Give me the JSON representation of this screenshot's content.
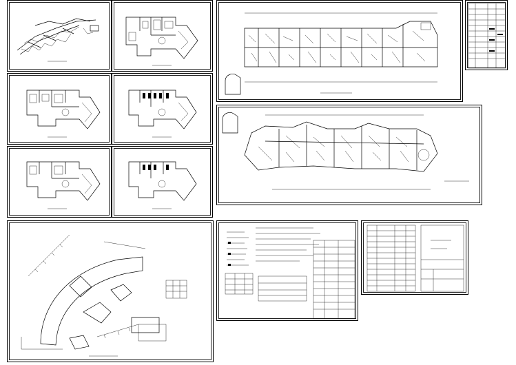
{
  "document": {
    "type": "CAD drawing sheet set (thumbnails)",
    "sheets": [
      {
        "id": "s1",
        "caption": ""
      },
      {
        "id": "s2",
        "caption": ""
      },
      {
        "id": "s3",
        "caption": ""
      },
      {
        "id": "s4",
        "caption": ""
      },
      {
        "id": "s5",
        "caption": ""
      },
      {
        "id": "s6",
        "caption": ""
      },
      {
        "id": "s7",
        "caption": ""
      },
      {
        "id": "s8",
        "caption": ""
      },
      {
        "id": "s9",
        "caption": ""
      },
      {
        "id": "s10",
        "caption": ""
      },
      {
        "id": "s11",
        "caption": ""
      },
      {
        "id": "s12",
        "caption": ""
      },
      {
        "id": "s13",
        "caption": ""
      }
    ]
  },
  "colors": {
    "line": "#000000",
    "paper": "#ffffff"
  }
}
